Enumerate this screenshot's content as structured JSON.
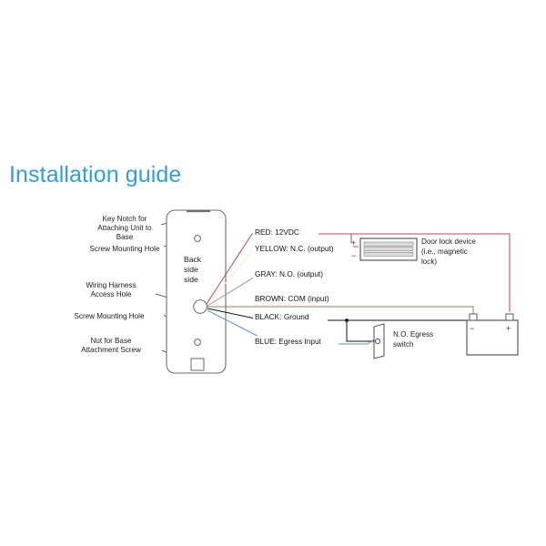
{
  "page": {
    "title": "Installation guide",
    "title_color": "#2f9fdb",
    "background": "#ffffff"
  },
  "unit": {
    "name": "reader-back-plate",
    "caption_line1": "Back",
    "caption_line2": "side",
    "caption_line3": "side",
    "features": [
      {
        "id": "key-notch",
        "label": "Key Notch for\nAttaching Unit to\nBase"
      },
      {
        "id": "screw-mounting-hole-top",
        "label": "Screw Mounting Hole"
      },
      {
        "id": "wiring-harness-access-hole",
        "label": "Wiring Harness\nAccess Hole"
      },
      {
        "id": "screw-mounting-hole-bottom",
        "label": "Screw Mounting Hole"
      },
      {
        "id": "nut-for-base-attachment-screw",
        "label": "Nut for Base\nAttachment Screw"
      }
    ]
  },
  "callouts": {
    "key_notch": {
      "line1": "Key Notch for",
      "line2": "Attaching Unit to",
      "line3": "Base"
    },
    "screw_mounting_hole_top": "Screw Mounting Hole",
    "wiring_harness": {
      "line1": "Wiring Harness",
      "line2": "Access Hole"
    },
    "screw_mounting_hole_bottom": "Screw Mounting Hole",
    "nut_base": {
      "line1": "Nut for Base",
      "line2": "Attachment Screw"
    }
  },
  "wires": [
    {
      "id": "red",
      "label": "RED: 12VDC",
      "color": "#c8415a"
    },
    {
      "id": "yellow",
      "label": "YELLOW: N.C. (output)",
      "color": "#f2eecb"
    },
    {
      "id": "gray",
      "label": "GRAY: N.O. (output)",
      "color": "#9a9a9a"
    },
    {
      "id": "brown",
      "label": "BROWN: COM (input)",
      "color": "#9c7a4e"
    },
    {
      "id": "black",
      "label": "BLACK: Ground",
      "color": "#111111"
    },
    {
      "id": "blue",
      "label": "BLUE: Egress Input",
      "color": "#4f93c0"
    }
  ],
  "devices": {
    "door_lock": {
      "line1": "Door lock device",
      "line2": "(i.e., magnetic",
      "line3": "lock)",
      "terminal_positive": "+",
      "terminal_negative": "−"
    },
    "egress_switch": {
      "line1": "N.O. Egress",
      "line2": "switch"
    },
    "power_supply": {
      "terminal_negative": "−",
      "terminal_positive": "+"
    }
  }
}
